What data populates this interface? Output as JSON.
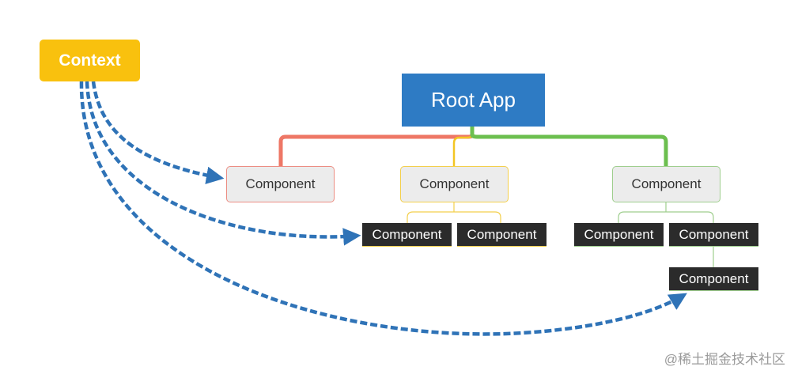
{
  "context": {
    "label": "Context"
  },
  "root": {
    "label": "Root App"
  },
  "components": {
    "red": "Component",
    "yellow": "Component",
    "green": "Component",
    "yellow_child_1": "Component",
    "yellow_child_2": "Component",
    "green_child_1": "Component",
    "green_child_2": "Component",
    "green_grandchild": "Component"
  },
  "watermark": "@稀土掘金技术社区",
  "colors": {
    "context": "#f9c10e",
    "root": "#2e7bc4",
    "branch_red": "#ee7766",
    "branch_yellow": "#f3c623",
    "branch_green": "#6cbf4f",
    "arrow": "#2f73b7",
    "dark_node": "#2b2b2b"
  }
}
